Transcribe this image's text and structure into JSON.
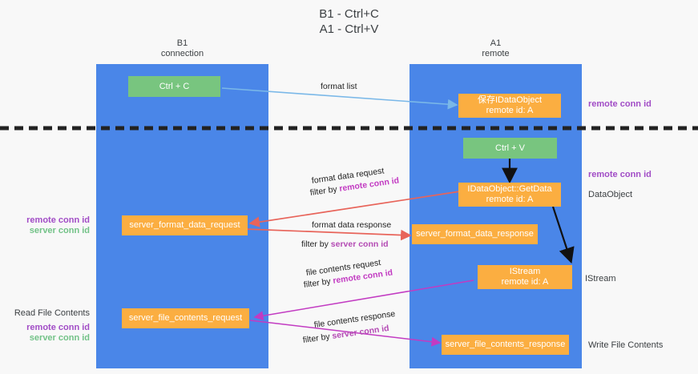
{
  "title": {
    "line1": "B1 - Ctrl+C",
    "line2": "A1 - Ctrl+V"
  },
  "columns": [
    {
      "name": "B1",
      "sub": "connection"
    },
    {
      "name": "A1",
      "sub": "remote"
    }
  ],
  "boxes": {
    "ctrl_c": {
      "label": "Ctrl + C"
    },
    "ctrl_v": {
      "label": "Ctrl + V"
    },
    "stored_dataobject": {
      "line1": "保存IDataObject",
      "line2": "remote id: A"
    },
    "getdata": {
      "line1": "IDataObject::GetData",
      "line2": "remote id: A"
    },
    "istream": {
      "line1": "IStream",
      "line2": "remote id: A"
    },
    "server_format_data_request": {
      "label": "server_format_data_request"
    },
    "server_format_data_response": {
      "label": "server_format_data_response"
    },
    "server_file_contents_request": {
      "label": "server_file_contents_request"
    },
    "server_file_contents_response": {
      "label": "server_file_contents_response"
    }
  },
  "arrow_labels": {
    "format_list": "format list",
    "format_data_request": "format data request",
    "format_data_request_filter_prefix": "filter by ",
    "format_data_request_filter_value": "remote conn id",
    "format_data_response": "format data response",
    "format_data_response_filter_prefix": "filter by ",
    "format_data_response_filter_value": "server conn id",
    "file_contents_request": "file contents request",
    "file_contents_request_filter_prefix": "filter by ",
    "file_contents_request_filter_value": "remote conn id",
    "file_contents_response": "file contents response",
    "file_contents_response_filter_prefix": "filter by ",
    "file_contents_response_filter_value": "server conn id"
  },
  "side_notes": {
    "right_top_remote_conn_id": "remote conn id",
    "right_mid_remote_conn_id": "remote conn id",
    "right_dataobject": "DataObject",
    "right_istream": "IStream",
    "right_write_file_contents": "Write File Contents",
    "left_remote_conn_id": "remote conn id",
    "left_server_conn_id": "server conn id",
    "left_read_file_contents": "Read File Contents",
    "left_bottom_remote_conn_id": "remote conn id",
    "left_bottom_server_conn_id": "server conn id"
  },
  "colors": {
    "lane": "#4a86e8",
    "green_box": "#78c57f",
    "orange_box": "#fbae41",
    "purple_text": "#a14cc6",
    "green_text": "#72c287",
    "divider": "#222222",
    "arrow_blue": "#7ab8e8",
    "arrow_red": "#e8645a",
    "arrow_purple": "#c23bc2",
    "arrow_black": "#111111"
  }
}
